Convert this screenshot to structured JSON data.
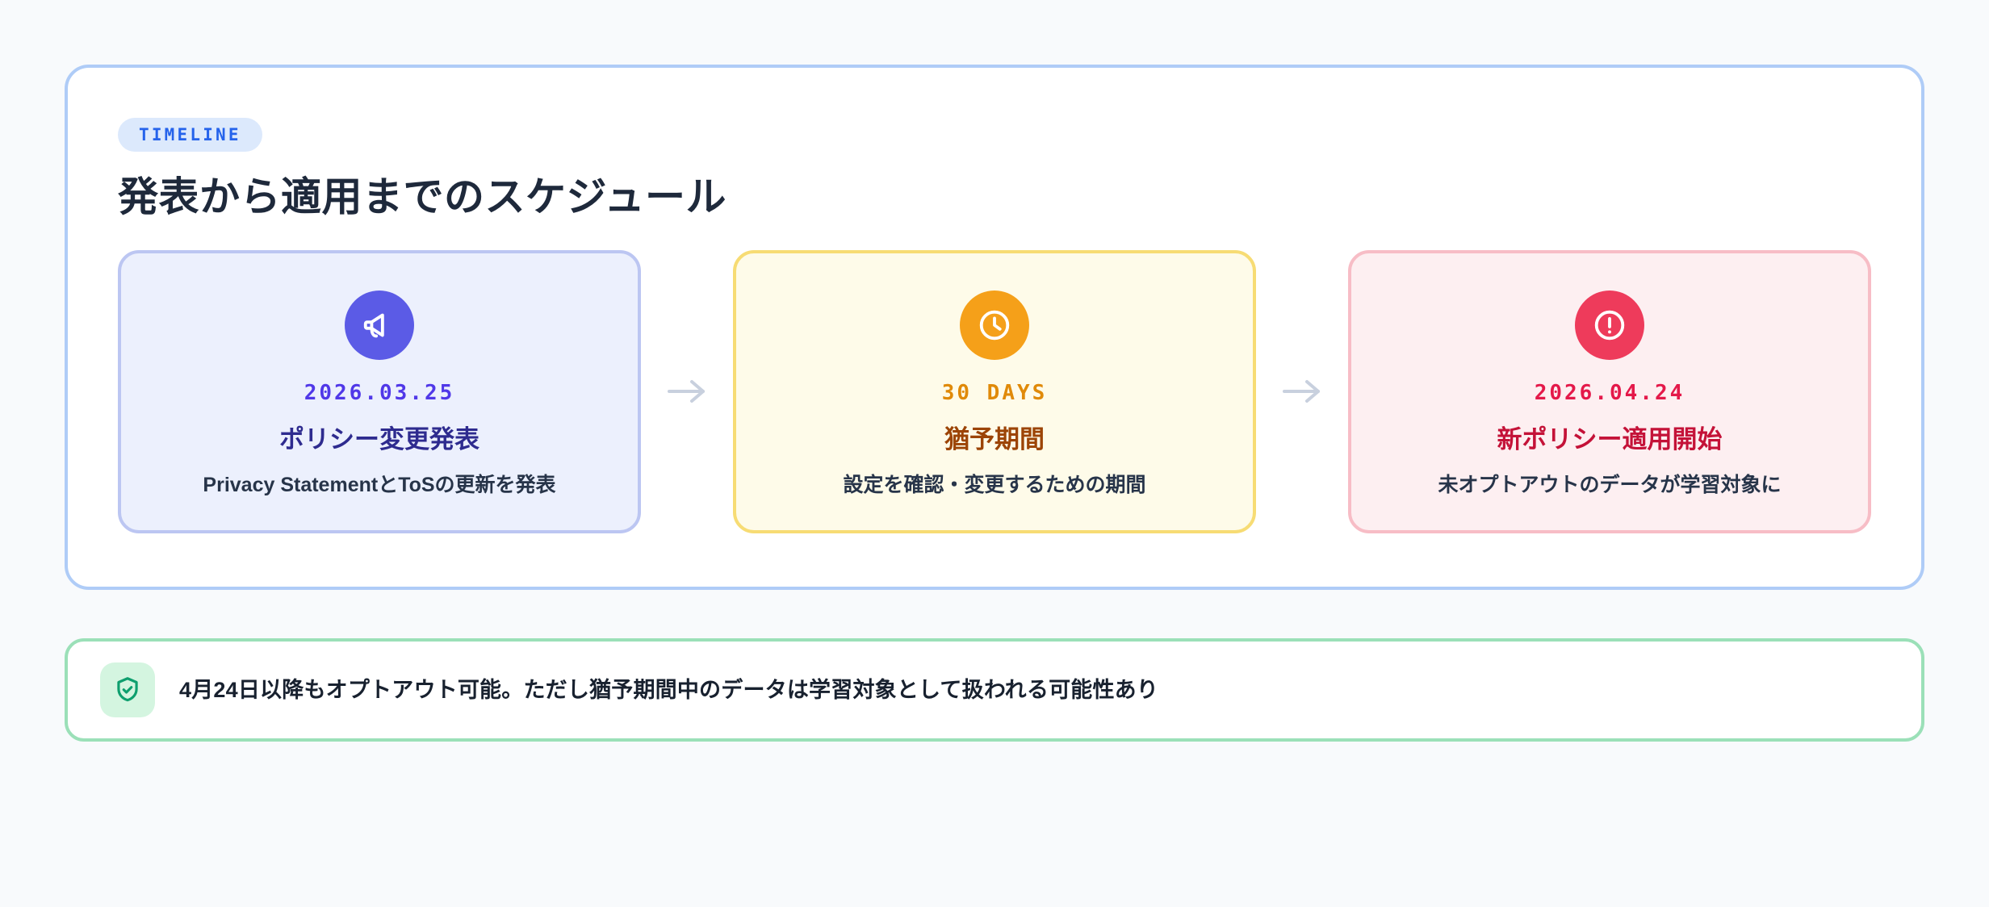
{
  "timeline": {
    "badge_label": "TIMELINE",
    "title": "発表から適用までのスケジュール",
    "connector_icon": "arrow-right-icon",
    "steps": [
      {
        "icon": "megaphone-icon",
        "date": "2026.03.25",
        "title": "ポリシー変更発表",
        "description": "Privacy StatementとToSの更新を発表",
        "accent": "#5B5BE6",
        "background": "#ECF0FD",
        "border": "#BCC6F2",
        "date_color": "#5038E8",
        "title_color": "#2E2B8F"
      },
      {
        "icon": "clock-icon",
        "date": "30 DAYS",
        "title": "猶予期間",
        "description": "設定を確認・変更するための期間",
        "accent": "#F5A019",
        "background": "#FEFBE9",
        "border": "#F7DC74",
        "date_color": "#E08A09",
        "title_color": "#9C4406"
      },
      {
        "icon": "alert-circle-icon",
        "date": "2026.04.24",
        "title": "新ポリシー適用開始",
        "description": "未オプトアウトのデータが学習対象に",
        "accent": "#EE3B5B",
        "background": "#FDEFF1",
        "border": "#F7BDC6",
        "date_color": "#E4194A",
        "title_color": "#C41238"
      }
    ]
  },
  "footnote": {
    "icon": "shield-check-icon",
    "text": "4月24日以降もオプトアウト可能。ただし猶予期間中のデータは学習対象として扱われる可能性あり",
    "accent": "#0E9F6E",
    "border": "#9BE0B8",
    "icon_background": "#D4F5E0"
  },
  "colors": {
    "page_background": "#F8FAFC",
    "card_background": "#FFFFFF",
    "card_border": "#AFCCF7",
    "badge_background": "#DCE9FC",
    "badge_text": "#2563EB",
    "title_text": "#1E293B",
    "description_text": "#273449",
    "connector": "#C8D0DE"
  }
}
